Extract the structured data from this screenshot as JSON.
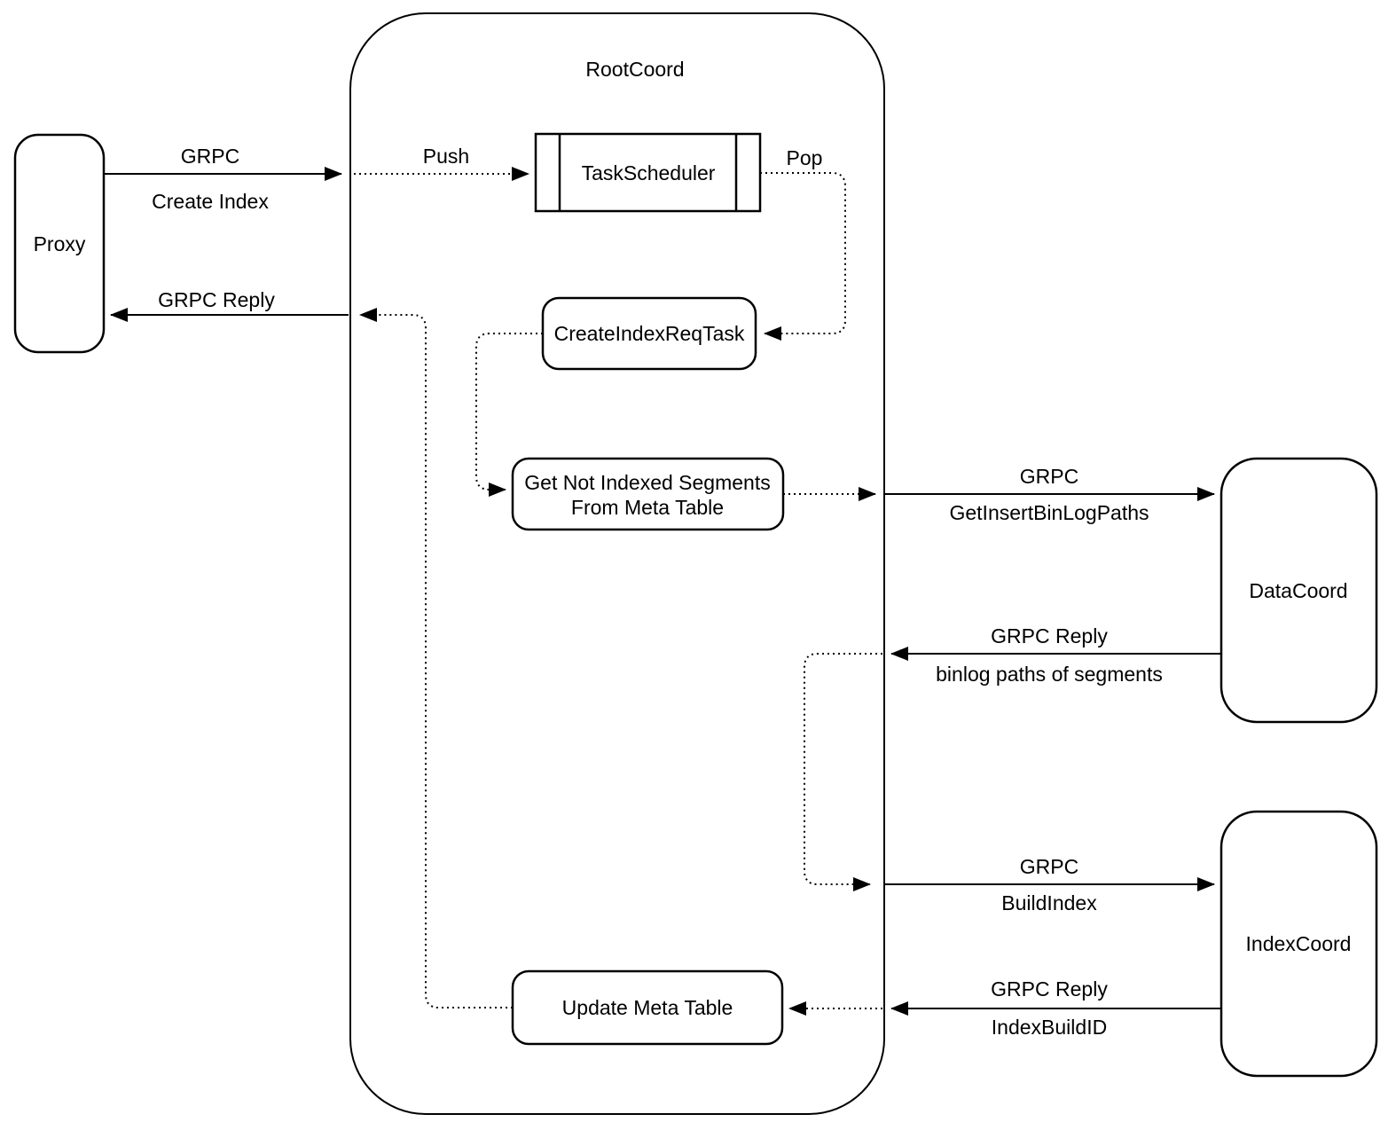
{
  "diagram": {
    "colors": {
      "background": "#ffffff",
      "stroke": "#000000",
      "text": "#000000"
    },
    "nodes": {
      "proxy": {
        "label": "Proxy"
      },
      "rootcoord": {
        "label": "RootCoord"
      },
      "taskscheduler": {
        "label": "TaskScheduler"
      },
      "createindexreqtask": {
        "label": "CreateIndexReqTask"
      },
      "get_not_indexed_segments": {
        "label_line1": "Get Not Indexed Segments",
        "label_line2": "From Meta Table"
      },
      "update_meta_table": {
        "label": "Update Meta Table"
      },
      "datacoord": {
        "label": "DataCoord"
      },
      "indexcoord": {
        "label": "IndexCoord"
      }
    },
    "edges": {
      "proxy_to_rootcoord": {
        "protocol": "GRPC",
        "message": "Create Index"
      },
      "rootcoord_to_taskscheduler": {
        "label": "Push"
      },
      "taskscheduler_to_createindexreqtask": {
        "label": "Pop"
      },
      "rootcoord_to_proxy": {
        "label": "GRPC Reply"
      },
      "rootcoord_to_datacoord": {
        "protocol": "GRPC",
        "message": "GetInsertBinLogPaths"
      },
      "datacoord_to_rootcoord": {
        "protocol": "GRPC Reply",
        "message": "binlog paths of segments"
      },
      "rootcoord_to_indexcoord": {
        "protocol": "GRPC",
        "message": "BuildIndex"
      },
      "indexcoord_to_rootcoord": {
        "protocol": "GRPC Reply",
        "message": "IndexBuildID"
      }
    }
  }
}
